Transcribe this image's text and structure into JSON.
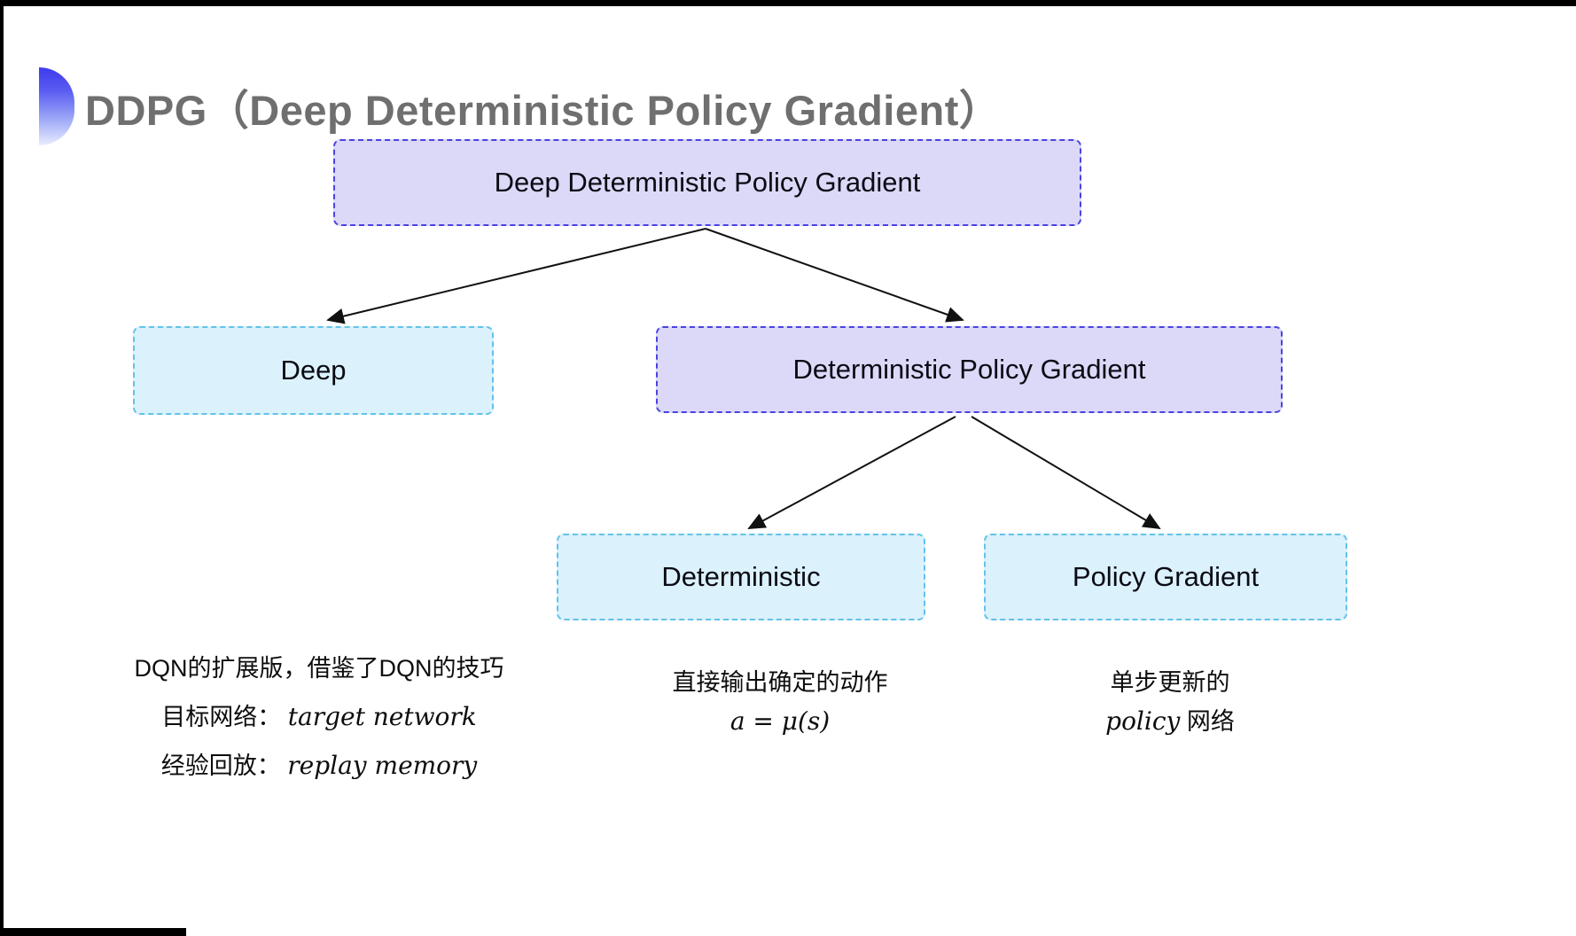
{
  "title": {
    "text": "DDPG（Deep Deterministic Policy Gradient）"
  },
  "colors": {
    "lavender_fill": "#dcd9f8",
    "lavender_border": "#4a43e0",
    "cyan_fill": "#dbf1fb",
    "cyan_border": "#63c2e9",
    "title_gray": "#6f6f6f",
    "logo_blue": "#3e3aec",
    "arrow_black": "#111111"
  },
  "diagram": {
    "root": {
      "label": "Deep Deterministic Policy Gradient",
      "variant": "lavender"
    },
    "children": [
      {
        "label": "Deep",
        "variant": "cyan",
        "parent": "root"
      },
      {
        "label": "Deterministic Policy Gradient",
        "variant": "lavender",
        "parent": "root"
      },
      {
        "label": "Deterministic",
        "variant": "cyan",
        "parent": "Deterministic Policy Gradient"
      },
      {
        "label": "Policy Gradient",
        "variant": "cyan",
        "parent": "Deterministic Policy Gradient"
      }
    ]
  },
  "annotations": {
    "deep_note": {
      "line1": "DQN的扩展版，借鉴了DQN的技巧",
      "line2_label": "目标网络：",
      "line2_value": "target network",
      "line3_label": "经验回放：",
      "line3_value": "replay memory"
    },
    "deterministic_note": {
      "line1": "直接输出确定的动作",
      "formula": "a = μ(s)"
    },
    "policy_gradient_note": {
      "line1": "单步更新的",
      "line2_italic": "policy",
      "line2_rest": " 网络"
    }
  }
}
